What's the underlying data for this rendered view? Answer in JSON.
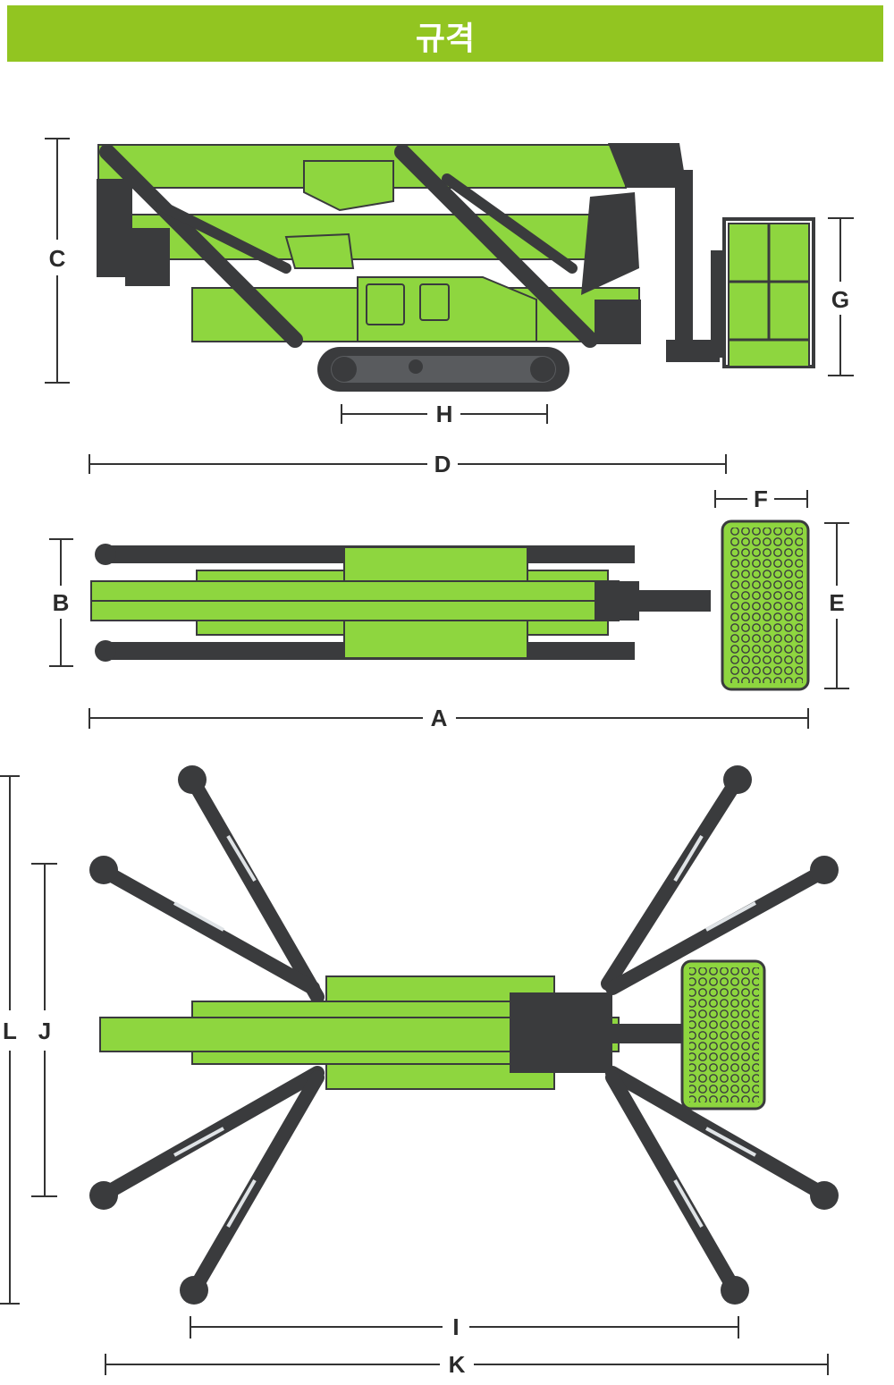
{
  "header": {
    "title": "규격"
  },
  "colors": {
    "header_bg": "#92c521",
    "machine_green": "#8ed63f",
    "machine_dark": "#3a3b3d",
    "line": "#333333"
  },
  "dimensions": {
    "A": "A",
    "B": "B",
    "C": "C",
    "D": "D",
    "E": "E",
    "F": "F",
    "G": "G",
    "H": "H",
    "I": "I",
    "J": "J",
    "K": "K",
    "L": "L"
  }
}
